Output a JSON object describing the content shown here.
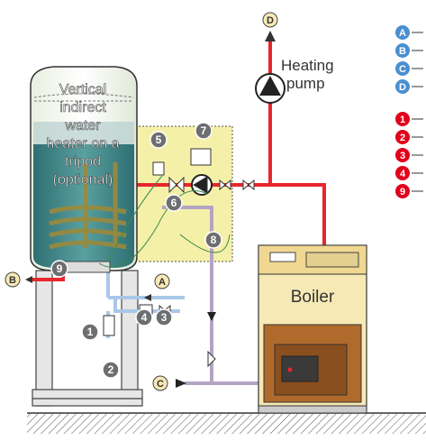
{
  "heater": {
    "lines": [
      "Vertical",
      "indirect",
      "water",
      "heater on a",
      "tripod",
      "(optional)"
    ]
  },
  "heating_pump": {
    "line1": "Heating",
    "line2": "pump"
  },
  "boiler": {
    "label": "Boiler"
  },
  "connections": {
    "a": "A",
    "b": "B",
    "c": "C",
    "d": "D"
  },
  "components": {
    "n1": "1",
    "n2": "2",
    "n3": "3",
    "n4": "4",
    "n5": "5",
    "n6": "6",
    "n7": "7",
    "n8": "8",
    "n9": "9"
  },
  "legend": {
    "letters": [
      "A",
      "B",
      "C",
      "D"
    ],
    "numbers": [
      "1",
      "2",
      "3",
      "4",
      "9"
    ]
  },
  "colors": {
    "hot_pipe": "#e8262d",
    "cold_pipe": "#a9c8e8",
    "return_pipe": "#b3a4c4",
    "letter_badge": "#4a8fd0",
    "number_badge": "#e2001a",
    "callout_badge": "#6d6e70",
    "control_zone": "#f5f0a8",
    "boiler_body": "#f7e9b5",
    "boiler_base": "#b06a2c"
  }
}
